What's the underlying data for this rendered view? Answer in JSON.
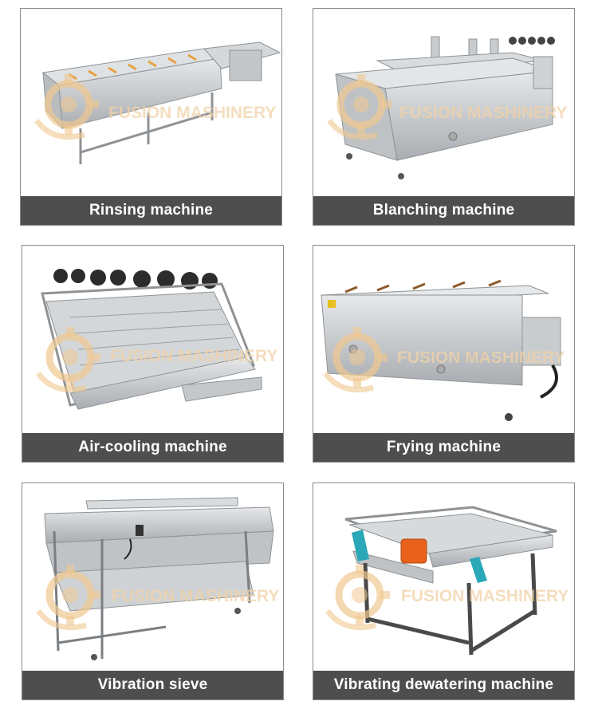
{
  "watermark": {
    "text": "FUSION MASHINERY",
    "color": "#f0d2a8"
  },
  "products": [
    {
      "caption": "Rinsing machine",
      "image": "rinsing-machine"
    },
    {
      "caption": "Blanching machine",
      "image": "blanching-machine"
    },
    {
      "caption": "Air-cooling machine",
      "image": "air-cooling-machine"
    },
    {
      "caption": "Frying machine",
      "image": "frying-machine"
    },
    {
      "caption": "Vibration sieve",
      "image": "vibration-sieve"
    },
    {
      "caption": "Vibrating dewatering machine",
      "image": "vibrating-dewatering-machine"
    }
  ],
  "colors": {
    "caption_bg": "#4e4e4e",
    "steel": "#c8cacc",
    "steel_dark": "#8f9396",
    "motor": "#e8621c",
    "bracket": "#2aa8b8"
  }
}
